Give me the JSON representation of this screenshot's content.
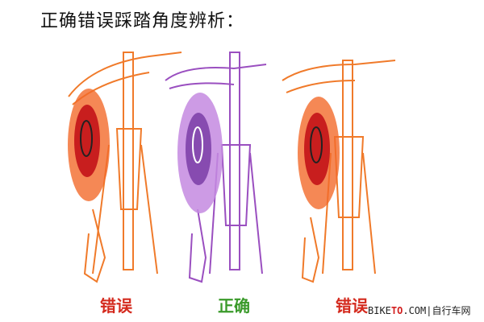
{
  "title": "正确错误踩踏角度辨析：",
  "figures": [
    {
      "label": "错误",
      "label_color": "#d42a1e",
      "line_color": "#f07a2a",
      "muscle_colors": [
        "#c81e1e",
        "#f26a2a"
      ]
    },
    {
      "label": "正确",
      "label_color": "#3a9a2a",
      "line_color": "#9a4fc0",
      "muscle_colors": [
        "#6a2a9a",
        "#c48ae0"
      ]
    },
    {
      "label": "错误",
      "label_color": "#d42a1e",
      "line_color": "#f07a2a",
      "muscle_colors": [
        "#c81e1e",
        "#f26a2a"
      ]
    }
  ],
  "watermark": {
    "part1": "BIKE",
    "part2": "TO",
    "part3": ".COM|自行车网"
  }
}
